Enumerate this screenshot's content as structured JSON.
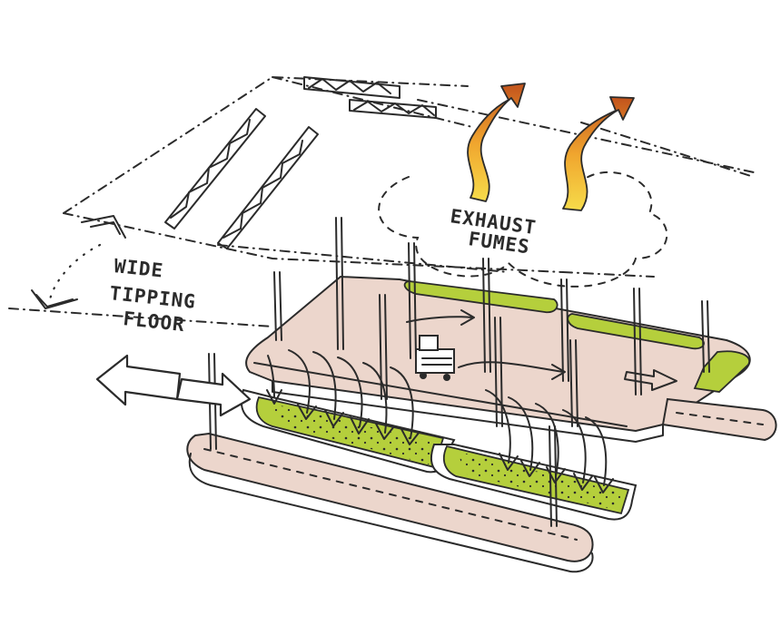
{
  "labels": {
    "tipping_floor_line1": "WIDE",
    "tipping_floor_line2": "TIPPING",
    "tipping_floor_line3": "FLOOR",
    "exhaust_line1": "EXHAUST",
    "exhaust_line2": "FUMES"
  },
  "colors": {
    "floor_pink": "#ecd6cc",
    "bay_green": "#b5cf3c",
    "fume_yellow": "#f4c63a",
    "fume_orange": "#c2531c",
    "ink": "#2b2b2b"
  }
}
